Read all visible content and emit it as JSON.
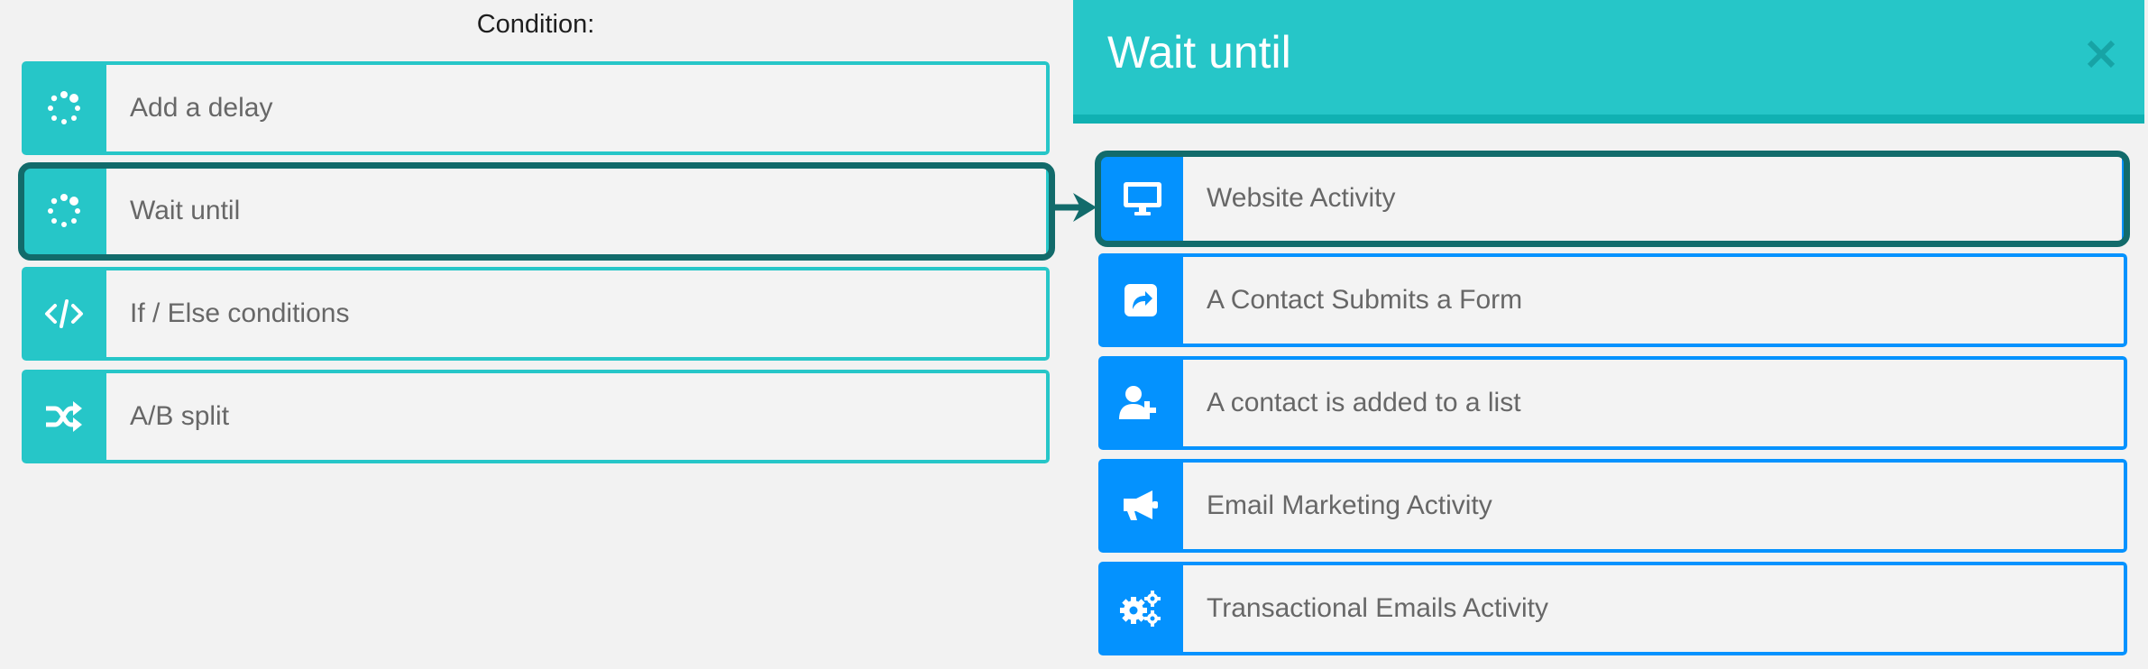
{
  "left_panel": {
    "condition_label": "Condition:",
    "items": [
      {
        "label": "Add a delay",
        "icon": "spinner-icon"
      },
      {
        "label": "Wait until",
        "icon": "spinner-icon",
        "selected": true
      },
      {
        "label": "If / Else conditions",
        "icon": "code-icon"
      },
      {
        "label": "A/B split",
        "icon": "shuffle-icon"
      }
    ]
  },
  "right_panel": {
    "title": "Wait until",
    "close_icon": "close-icon",
    "items": [
      {
        "label": "Website Activity",
        "icon": "desktop-icon",
        "selected": true
      },
      {
        "label": "A Contact Submits a Form",
        "icon": "share-square-icon"
      },
      {
        "label": "A contact is added to a list",
        "icon": "user-plus-icon"
      },
      {
        "label": "Email Marketing Activity",
        "icon": "megaphone-icon"
      },
      {
        "label": "Transactional Emails Activity",
        "icon": "gears-icon"
      }
    ]
  },
  "colors": {
    "background": "#f2f2f2",
    "teal": "#26c6c8",
    "teal_dark_strip": "#10b1b2",
    "blue": "#0492fe",
    "selected_outline": "#126b6b",
    "text": "#676767"
  }
}
